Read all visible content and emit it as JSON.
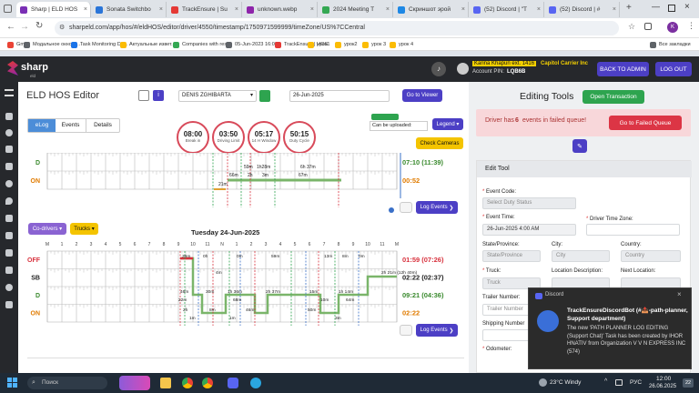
{
  "browser": {
    "tabs": [
      {
        "label": "Sharp | ELD HOS",
        "color": "#7a2fb5",
        "active": true
      },
      {
        "label": "Sonata Switchbo",
        "color": "#2a75d8"
      },
      {
        "label": "TrackEnsure | Su",
        "color": "#e53935"
      },
      {
        "label": "unknown.webp",
        "color": "#8e24aa"
      },
      {
        "label": "2024 Meeting T",
        "color": "#34a853"
      },
      {
        "label": "Скриншот эрой",
        "color": "#1e88e5"
      },
      {
        "label": "(52) Discord | \"T",
        "color": "#5865f2"
      },
      {
        "label": "(52) Discord | #",
        "color": "#5865f2"
      }
    ],
    "url": "sharpeld.com/app/hos/#/eldHOS/editor/driver/4550/timestamp/1750971599999/timeZone/US%7CCentral",
    "bookmarks": [
      {
        "label": "Gmail",
        "color": "#ea4335"
      },
      {
        "label": "Модальное окно р...",
        "color": "#5f6368"
      },
      {
        "label": "Task Monitoring De...",
        "color": "#1a73e8"
      },
      {
        "label": "Актуальные извет...",
        "color": "#fbbc04"
      },
      {
        "label": "Companies with res...",
        "color": "#34a853"
      },
      {
        "label": "05-Jun-2023 16:03",
        "color": "#5f6368"
      },
      {
        "label": "TrackEnsure | HOS",
        "color": "#e53935"
      },
      {
        "label": "урок1",
        "color": "#fbbc04"
      },
      {
        "label": "урок2",
        "color": "#fbbc04"
      },
      {
        "label": "урок 3",
        "color": "#fbbc04"
      },
      {
        "label": "урок 4",
        "color": "#fbbc04"
      }
    ],
    "all_bookmarks": "Все закладки"
  },
  "header": {
    "brand": "sharp",
    "brand_sub": "eld",
    "user_name": "Karina Khapun ext. 1416",
    "carrier": "Capitol Carrier Inc",
    "account_pin_label": "Account PIN:",
    "account_pin": "LQB6B",
    "back_to_admin": "BACK TO ADMIN",
    "log_out": "LOG OUT"
  },
  "editor": {
    "title": "ELD HOS Editor",
    "driver": "DENIS ZGHIBARTA",
    "date": "26-Jun-2025",
    "go_to_viewer": "Go to Viewer",
    "tabs": [
      "eLog",
      "Events",
      "Details"
    ],
    "circles": [
      {
        "time": "08:00",
        "label": "Break in"
      },
      {
        "time": "03:50",
        "label": "Driving Limit"
      },
      {
        "time": "05:17",
        "label": "14 H Window"
      },
      {
        "time": "50:15",
        "label": "Duty Cycle"
      }
    ],
    "legend": "Legend",
    "upload_select": "Can be uploaded:",
    "check_cameras": "Check Cameras",
    "top_rows": [
      {
        "label": "D",
        "value": "07:10 (11:39)",
        "color": "#3a8a2e"
      },
      {
        "label": "ON",
        "value": "00:52",
        "color": "#e07b00"
      }
    ],
    "top_segments": [
      "59m",
      "1h28m",
      "6h 37m",
      "66m",
      "2h",
      "3m",
      "67m",
      "21m"
    ],
    "co_drivers": "Co-drivers",
    "trucks": "Trucks",
    "day_title": "Tuesday 24-Jun-2025",
    "hours": [
      "M",
      "1",
      "2",
      "3",
      "4",
      "5",
      "6",
      "7",
      "8",
      "9",
      "10",
      "11",
      "N",
      "1",
      "2",
      "3",
      "4",
      "5",
      "6",
      "7",
      "8",
      "9",
      "10",
      "11",
      "M"
    ],
    "rows": [
      {
        "label": "OFF",
        "value": "01:59 (07:26)",
        "color": "#d8323e"
      },
      {
        "label": "SB",
        "value": "02:22 (02:37)",
        "color": "#222222"
      },
      {
        "label": "D",
        "value": "09:21 (04:36)",
        "color": "#3a8a2e"
      },
      {
        "label": "ON",
        "value": "02:22",
        "color": "#e07b00"
      }
    ],
    "segments": [
      "39m",
      "0h",
      "0m",
      "59m",
      "13m",
      "0m",
      "8m",
      "2h 21m (12h 40m)",
      "4m",
      "46m",
      "30m",
      "1h 36m",
      "2h 37m",
      "15m",
      "1h 14m",
      "22m",
      "68m",
      "10m",
      "64m",
      "8m",
      "46m",
      "50m",
      "2h",
      "1m",
      "1m",
      "3m"
    ],
    "log_events": "Log Events"
  },
  "right": {
    "editing_tools": "Editing Tools",
    "open_transaction": "Open Transaction",
    "alert_prefix": "Driver has",
    "alert_count": "6",
    "alert_suffix": "events in failed queue!",
    "go_failed": "Go to Failed Queue",
    "edit_tool": "Edit Tool",
    "event_code_label": "Event Code:",
    "event_code": "Select Duty Status",
    "event_time_label": "Event Time:",
    "event_time": "26-Jun-2025 4:00 AM",
    "driver_tz_label": "Driver Time Zone:",
    "state_label": "State/Province:",
    "state": "State/Province",
    "city_label": "City:",
    "city": "City",
    "country_label": "Country:",
    "country": "Country",
    "truck_label": "Truck:",
    "truck": "Truck",
    "location_label": "Location Description:",
    "next_location_label": "Next Location:",
    "trailer_label": "Trailer Number:",
    "trailer": "Trailer Number",
    "shipping_label": "Shipping Number",
    "odometer_label": "Odometer:"
  },
  "toast": {
    "app": "Discord",
    "title": "TrackEnsureDiscordBot (#📤-path-planner, Support department)",
    "body": "The new 'PATH PLANNER LOG EDITING (Support Chat)' Task has been created by IHOR HNATIV from Organization V V N EXPRESS INC (574)"
  },
  "taskbar": {
    "search": "Поиск",
    "weather": "23°C Windy",
    "lang": "РУС",
    "time": "12:00",
    "date": "26.06.2025",
    "badge": "22"
  }
}
